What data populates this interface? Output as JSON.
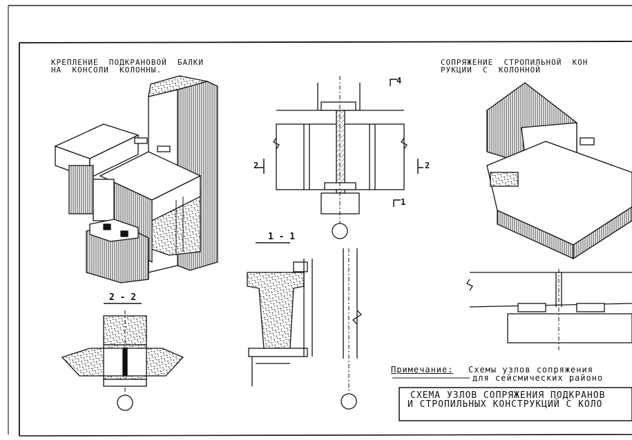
{
  "titles": {
    "left_line1": "КРЕПЛЕНИЕ  ПОДКРАНОВОЙ  БАЛКИ",
    "left_line2": "НА  КОНСОЛИ  КОЛОННЫ.",
    "right_line1": "СОПРЯЖЕНИЕ  СТРОПИЛЬНОЙ  КОН",
    "right_line2": "РУКЦИИ  С  КОЛОННОЙ"
  },
  "sections": {
    "s22": "2 - 2",
    "s11": "1 - 1"
  },
  "marks": {
    "m4": "4",
    "m2l": "2",
    "m2r": "2",
    "m1": "1"
  },
  "note": {
    "label": "Примечание:",
    "line1": "Схемы узлов сопряжения",
    "line2": "для сейсмических районо"
  },
  "stamp": {
    "line1": "СХЕМА УЗЛОВ СОПРЯЖЕНИЯ ПОДКРАНОВ",
    "line2": "И СТРОПИЛЬНЫХ КОНСТРУКЦИЙ С КОЛО"
  }
}
